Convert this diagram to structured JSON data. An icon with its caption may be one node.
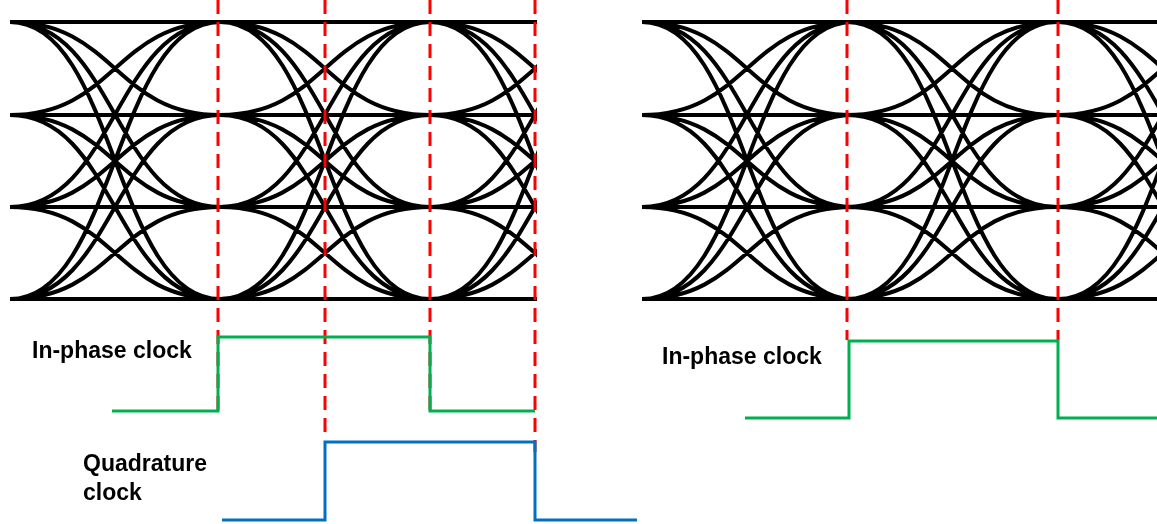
{
  "diagram": {
    "labels": [
      "In-phase clock",
      "Quadrature clock",
      "In-phase clock"
    ]
  }
}
